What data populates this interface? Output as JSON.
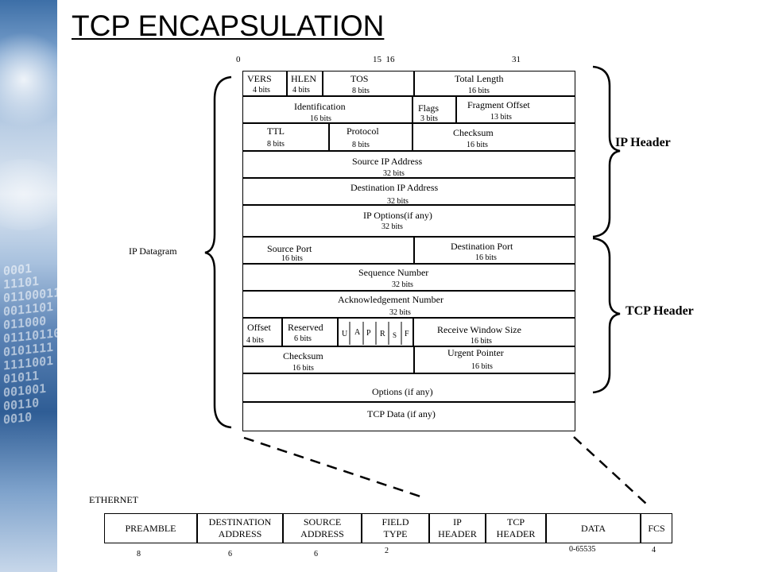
{
  "title": "TCP ENCAPSULATION",
  "bit_scale": {
    "start": "0",
    "mid": "15  16",
    "end": "31"
  },
  "ip_header_label": "IP Header",
  "tcp_header_label": "TCP Header",
  "datagram_label": "IP Datagram",
  "ip_fields": {
    "vers": {
      "name": "VERS",
      "bits": "4 bits"
    },
    "hlen": {
      "name": "HLEN",
      "bits": "4 bits"
    },
    "tos": {
      "name": "TOS",
      "bits": "8 bits"
    },
    "total_length": {
      "name": "Total Length",
      "bits": "16 bits"
    },
    "identification": {
      "name": "Identification",
      "bits": "16 bits"
    },
    "flags": {
      "name": "Flags",
      "bits": "3 bits"
    },
    "fragment_offset": {
      "name": "Fragment Offset",
      "bits": "13 bits"
    },
    "ttl": {
      "name": "TTL",
      "bits": "8 bits"
    },
    "protocol": {
      "name": "Protocol",
      "bits": "8 bits"
    },
    "checksum": {
      "name": "Checksum",
      "bits": "16 bits"
    },
    "source_ip": {
      "name": "Source IP Address",
      "bits": "32 bits"
    },
    "dest_ip": {
      "name": "Destination IP Address",
      "bits": "32 bits"
    },
    "ip_options": {
      "name": "IP Options(if any)",
      "bits": "32 bits"
    }
  },
  "tcp_fields": {
    "source_port": {
      "name": "Source Port",
      "bits": "16 bits"
    },
    "dest_port": {
      "name": "Destination Port",
      "bits": "16 bits"
    },
    "sequence": {
      "name": "Sequence Number",
      "bits": "32 bits"
    },
    "ack": {
      "name": "Acknowledgement Number",
      "bits": "32 bits"
    },
    "offset": {
      "name": "Offset",
      "bits": "4 bits"
    },
    "reserved": {
      "name": "Reserved",
      "bits": "6 bits"
    },
    "flag_letters": [
      "U",
      "A",
      "P",
      "R",
      "S",
      "F"
    ],
    "window": {
      "name": "Receive Window Size",
      "bits": "16 bits"
    },
    "checksum": {
      "name": "Checksum",
      "bits": "16 bits"
    },
    "urgent": {
      "name": "Urgent Pointer",
      "bits": "16 bits"
    },
    "options": {
      "name": "Options (if any)"
    },
    "data": {
      "name": "TCP Data (if any)"
    }
  },
  "ethernet": {
    "label": "ETHERNET",
    "frame": [
      {
        "name": "PREAMBLE",
        "size": "8"
      },
      {
        "name": "DESTINATION ADDRESS",
        "size": "6"
      },
      {
        "name": "SOURCE ADDRESS",
        "size": "6"
      },
      {
        "name": "FIELD TYPE",
        "size": "2"
      },
      {
        "name": "IP HEADER",
        "size": ""
      },
      {
        "name": "TCP HEADER",
        "size": ""
      },
      {
        "name": "DATA",
        "size": "0-65535"
      },
      {
        "name": "FCS",
        "size": "4"
      }
    ]
  }
}
